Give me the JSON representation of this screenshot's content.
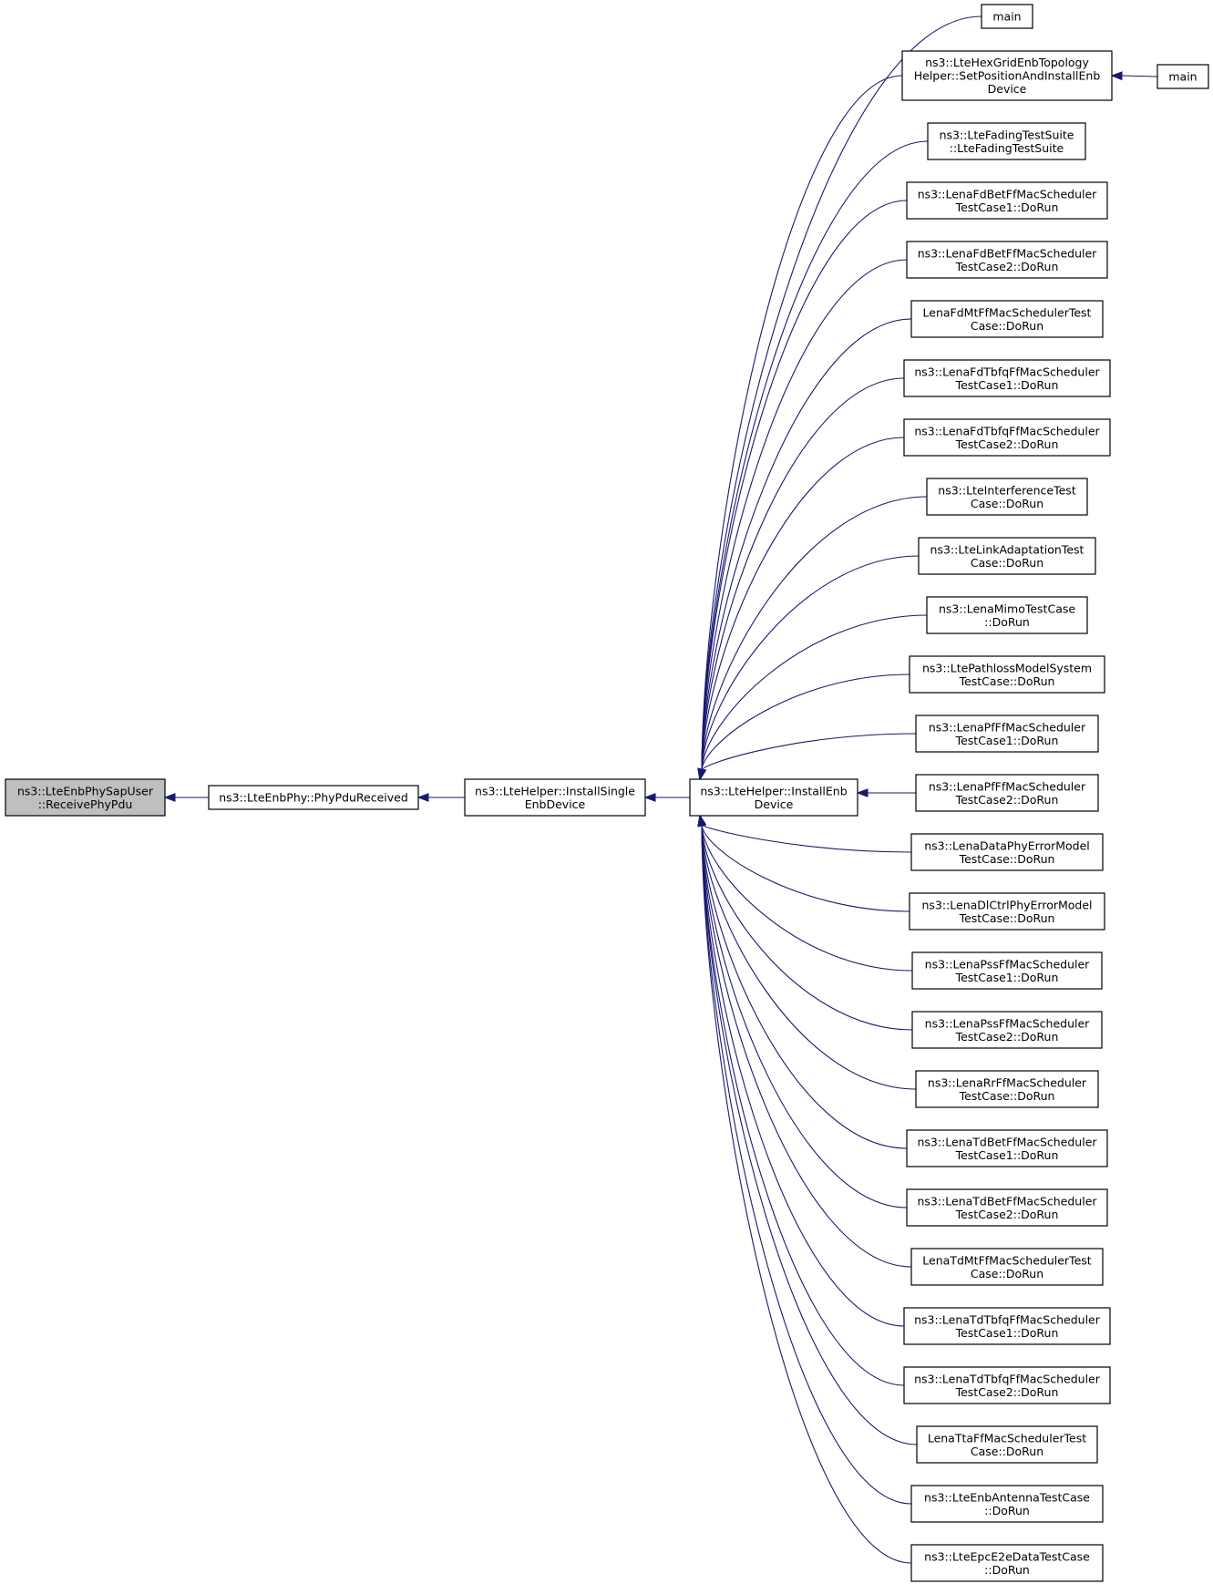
{
  "diagram": {
    "type": "call-graph",
    "edge_color": "#191970",
    "focus_fill": "#bfbfbf",
    "nodes": [
      {
        "id": "receive",
        "lines": [
          "ns3::LteEnbPhySapUser",
          "::ReceivePhyPdu"
        ],
        "focus": true
      },
      {
        "id": "pdu",
        "lines": [
          "ns3::LteEnbPhy::PhyPduReceived"
        ]
      },
      {
        "id": "single",
        "lines": [
          "ns3::LteHelper::InstallSingle",
          "EnbDevice"
        ]
      },
      {
        "id": "enb",
        "lines": [
          "ns3::LteHelper::InstallEnb",
          "Device"
        ]
      },
      {
        "id": "main1",
        "lines": [
          "main"
        ]
      },
      {
        "id": "hex",
        "lines": [
          "ns3::LteHexGridEnbTopology",
          "Helper::SetPositionAndInstallEnb",
          "Device"
        ]
      },
      {
        "id": "main2",
        "lines": [
          "main"
        ]
      },
      {
        "id": "fading",
        "lines": [
          "ns3::LteFadingTestSuite",
          "::LteFadingTestSuite"
        ]
      },
      {
        "id": "fdbet1",
        "lines": [
          "ns3::LenaFdBetFfMacScheduler",
          "TestCase1::DoRun"
        ]
      },
      {
        "id": "fdbet2",
        "lines": [
          "ns3::LenaFdBetFfMacScheduler",
          "TestCase2::DoRun"
        ]
      },
      {
        "id": "fdmt",
        "lines": [
          "LenaFdMtFfMacSchedulerTest",
          "Case::DoRun"
        ]
      },
      {
        "id": "fdtbfq1",
        "lines": [
          "ns3::LenaFdTbfqFfMacScheduler",
          "TestCase1::DoRun"
        ]
      },
      {
        "id": "fdtbfq2",
        "lines": [
          "ns3::LenaFdTbfqFfMacScheduler",
          "TestCase2::DoRun"
        ]
      },
      {
        "id": "interf",
        "lines": [
          "ns3::LteInterferenceTest",
          "Case::DoRun"
        ]
      },
      {
        "id": "linkad",
        "lines": [
          "ns3::LteLinkAdaptationTest",
          "Case::DoRun"
        ]
      },
      {
        "id": "mimo",
        "lines": [
          "ns3::LenaMimoTestCase",
          "::DoRun"
        ]
      },
      {
        "id": "pathloss",
        "lines": [
          "ns3::LtePathlossModelSystem",
          "TestCase::DoRun"
        ]
      },
      {
        "id": "pf1",
        "lines": [
          "ns3::LenaPfFfMacScheduler",
          "TestCase1::DoRun"
        ]
      },
      {
        "id": "pf2",
        "lines": [
          "ns3::LenaPfFfMacScheduler",
          "TestCase2::DoRun"
        ]
      },
      {
        "id": "dataphy",
        "lines": [
          "ns3::LenaDataPhyErrorModel",
          "TestCase::DoRun"
        ]
      },
      {
        "id": "dlctrl",
        "lines": [
          "ns3::LenaDlCtrlPhyErrorModel",
          "TestCase::DoRun"
        ]
      },
      {
        "id": "pss1",
        "lines": [
          "ns3::LenaPssFfMacScheduler",
          "TestCase1::DoRun"
        ]
      },
      {
        "id": "pss2",
        "lines": [
          "ns3::LenaPssFfMacScheduler",
          "TestCase2::DoRun"
        ]
      },
      {
        "id": "rr",
        "lines": [
          "ns3::LenaRrFfMacScheduler",
          "TestCase::DoRun"
        ]
      },
      {
        "id": "tdbet1",
        "lines": [
          "ns3::LenaTdBetFfMacScheduler",
          "TestCase1::DoRun"
        ]
      },
      {
        "id": "tdbet2",
        "lines": [
          "ns3::LenaTdBetFfMacScheduler",
          "TestCase2::DoRun"
        ]
      },
      {
        "id": "tdmt",
        "lines": [
          "LenaTdMtFfMacSchedulerTest",
          "Case::DoRun"
        ]
      },
      {
        "id": "tdtbfq1",
        "lines": [
          "ns3::LenaTdTbfqFfMacScheduler",
          "TestCase1::DoRun"
        ]
      },
      {
        "id": "tdtbfq2",
        "lines": [
          "ns3::LenaTdTbfqFfMacScheduler",
          "TestCase2::DoRun"
        ]
      },
      {
        "id": "tta",
        "lines": [
          "LenaTtaFfMacSchedulerTest",
          "Case::DoRun"
        ]
      },
      {
        "id": "antenna",
        "lines": [
          "ns3::LteEnbAntennaTestCase",
          "::DoRun"
        ]
      },
      {
        "id": "epc",
        "lines": [
          "ns3::LteEpcE2eDataTestCase",
          "::DoRun"
        ]
      }
    ],
    "edges": [
      {
        "from": "pdu",
        "to": "receive"
      },
      {
        "from": "single",
        "to": "pdu"
      },
      {
        "from": "enb",
        "to": "single"
      },
      {
        "from": "main2",
        "to": "hex"
      },
      {
        "from": "main1",
        "to": "enb"
      },
      {
        "from": "hex",
        "to": "enb"
      },
      {
        "from": "fading",
        "to": "enb"
      },
      {
        "from": "fdbet1",
        "to": "enb"
      },
      {
        "from": "fdbet2",
        "to": "enb"
      },
      {
        "from": "fdmt",
        "to": "enb"
      },
      {
        "from": "fdtbfq1",
        "to": "enb"
      },
      {
        "from": "fdtbfq2",
        "to": "enb"
      },
      {
        "from": "interf",
        "to": "enb"
      },
      {
        "from": "linkad",
        "to": "enb"
      },
      {
        "from": "mimo",
        "to": "enb"
      },
      {
        "from": "pathloss",
        "to": "enb"
      },
      {
        "from": "pf1",
        "to": "enb"
      },
      {
        "from": "pf2",
        "to": "enb"
      },
      {
        "from": "dataphy",
        "to": "enb"
      },
      {
        "from": "dlctrl",
        "to": "enb"
      },
      {
        "from": "pss1",
        "to": "enb"
      },
      {
        "from": "pss2",
        "to": "enb"
      },
      {
        "from": "rr",
        "to": "enb"
      },
      {
        "from": "tdbet1",
        "to": "enb"
      },
      {
        "from": "tdbet2",
        "to": "enb"
      },
      {
        "from": "tdmt",
        "to": "enb"
      },
      {
        "from": "tdtbfq1",
        "to": "enb"
      },
      {
        "from": "tdtbfq2",
        "to": "enb"
      },
      {
        "from": "tta",
        "to": "enb"
      },
      {
        "from": "antenna",
        "to": "enb"
      },
      {
        "from": "epc",
        "to": "enb"
      }
    ]
  }
}
